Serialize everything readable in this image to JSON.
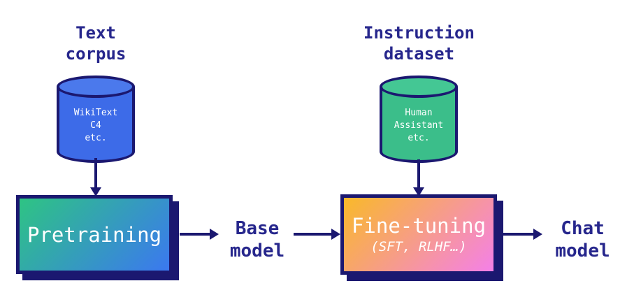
{
  "colors": {
    "navy": "#1b1870",
    "label_text": "#26268c",
    "blue_cyl_body": "#3d6be8",
    "blue_cyl_top": "#4b79ec",
    "green_cyl_body": "#3bbe8a",
    "green_cyl_top": "#44c794",
    "pretrain_start": "#2ec483",
    "pretrain_end": "#3b78f0",
    "finetune_start": "#f9b929",
    "finetune_end": "#f480e8",
    "box_text": "#ffffff",
    "background": "#ffffff"
  },
  "pretraining_branch": {
    "heading_line1": "Text",
    "heading_line2": "corpus",
    "cylinder_items": [
      "WikiText",
      "C4",
      "etc."
    ],
    "box_title": "Pretraining",
    "output_line1": "Base",
    "output_line2": "model"
  },
  "finetuning_branch": {
    "heading_line1": "Instruction",
    "heading_line2": "dataset",
    "cylinder_items": [
      "Human",
      "Assistant",
      "etc."
    ],
    "box_title": "Fine-tuning",
    "box_subtitle": "(SFT, RLHF…)",
    "output_line1": "Chat",
    "output_line2": "model"
  }
}
